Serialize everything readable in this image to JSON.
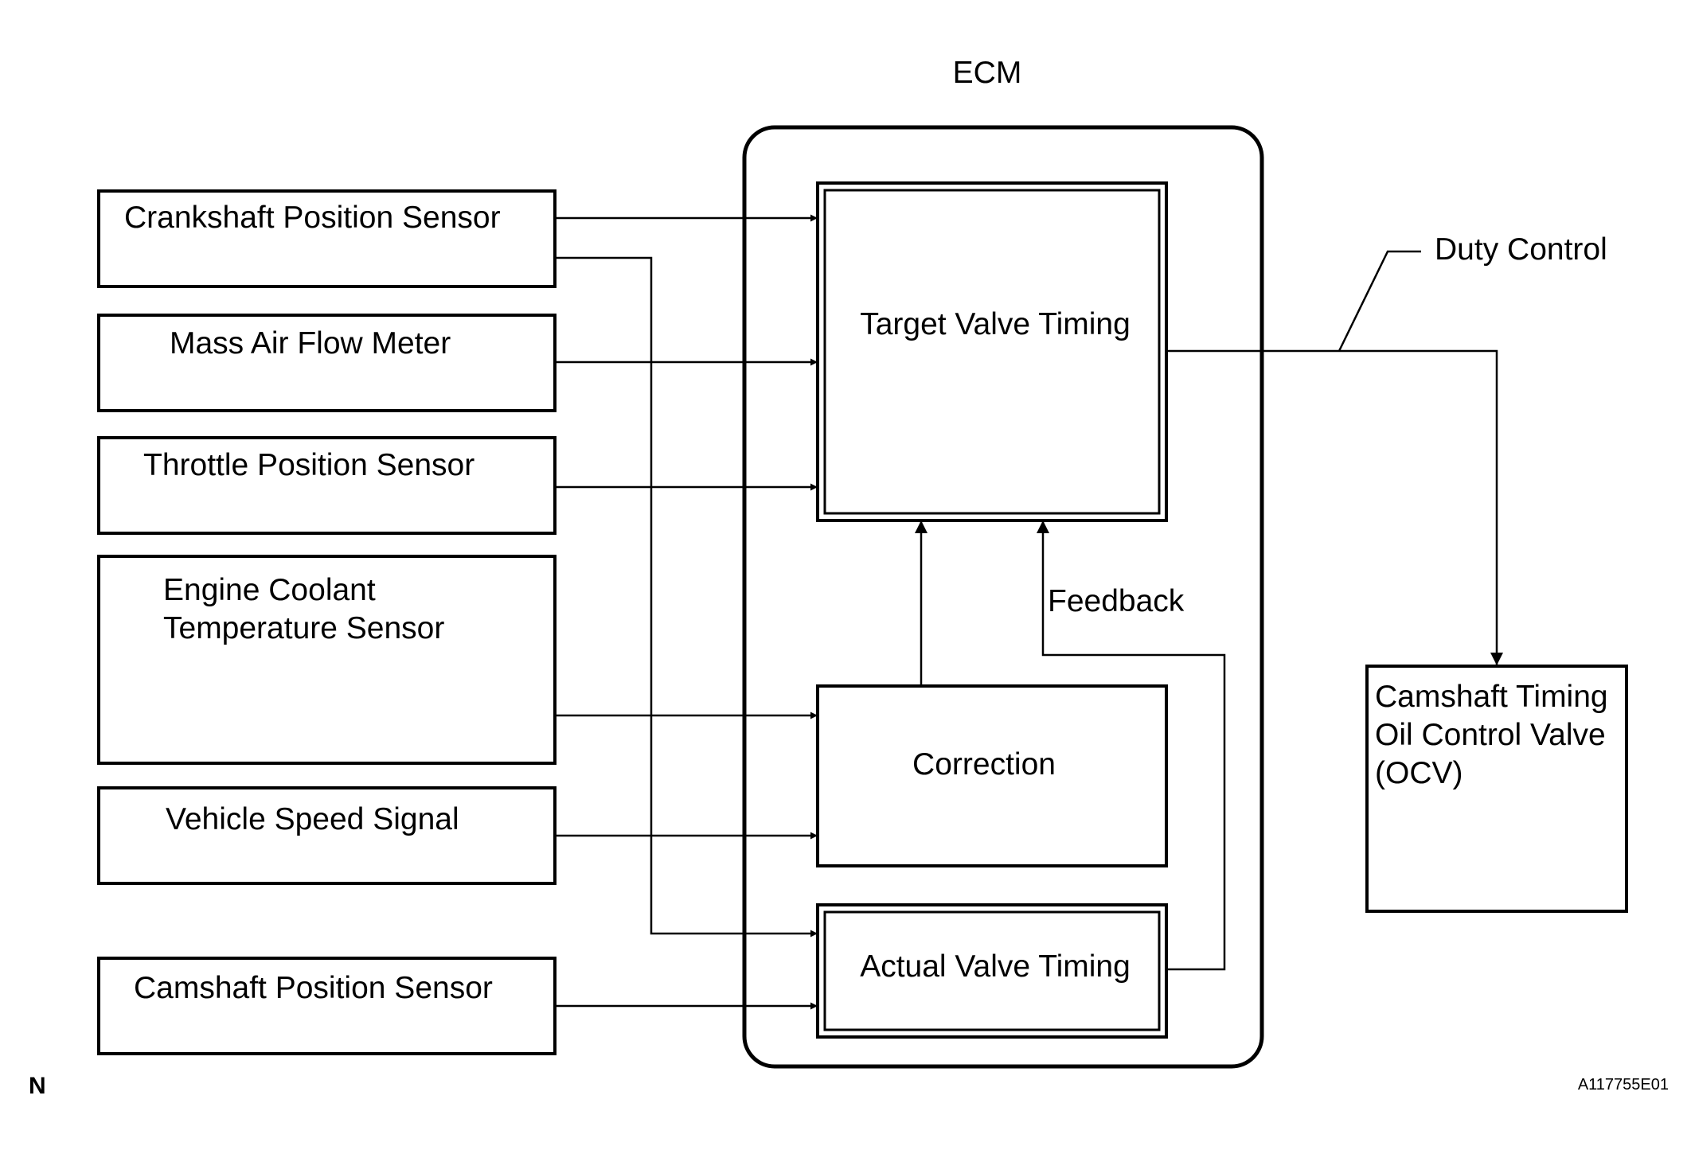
{
  "ecm_title": "ECM",
  "inputs": {
    "crankshaft": "Crankshaft Position Sensor",
    "maf": "Mass Air Flow Meter",
    "throttle": "Throttle Position Sensor",
    "coolant_line1": "Engine Coolant",
    "coolant_line2": "Temperature Sensor",
    "speed": "Vehicle Speed Signal",
    "camshaft": "Camshaft Position Sensor"
  },
  "ecm_blocks": {
    "target": "Target Valve Timing",
    "correction": "Correction",
    "actual": "Actual Valve Timing",
    "feedback": "Feedback"
  },
  "output": {
    "duty_control": "Duty Control",
    "ocv_line1": "Camshaft Timing",
    "ocv_line2": "Oil Control Valve",
    "ocv_line3": "(OCV)"
  },
  "footer": {
    "corner_letter": "N",
    "figure_code": "A117755E01"
  }
}
